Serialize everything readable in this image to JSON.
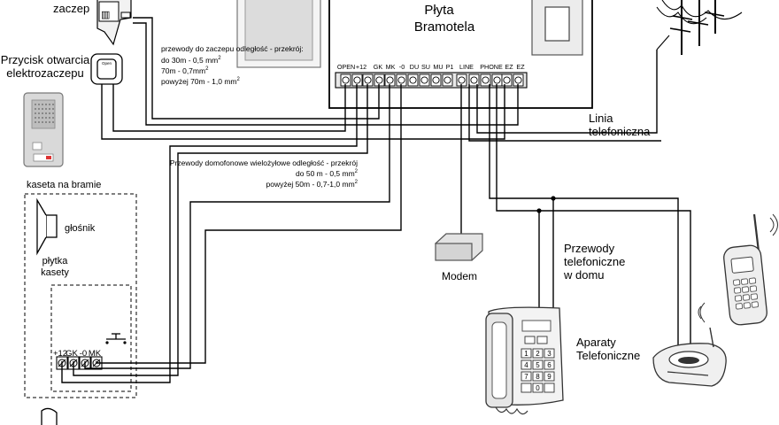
{
  "board": {
    "title_line1": "Płyta",
    "title_line2": "Bramotela",
    "terminals": [
      "OPEN",
      "+12",
      "GK",
      "MK",
      "-0",
      "DU",
      "SU",
      "MU",
      "P1",
      "LINE",
      "PHONE",
      "EZ",
      "EZ"
    ]
  },
  "lock": {
    "label": "zaczep",
    "note_title": "przewody do zaczepu odległość - przekrój:",
    "note_line1": "do 30m - 0,5 mm",
    "note_line2": "70m - 0,7mm",
    "note_line3": "powyżej 70m - 1,0 mm",
    "note_sup": "2"
  },
  "button": {
    "label_line1": "Przycisk otwarcia",
    "label_line2": "elektrozaczepu",
    "face": "Open"
  },
  "intercom_note": {
    "line1": "Przewody domofonowe wielożyłowe odległość - przekrój",
    "line2": "do 50 m - 0,5 mm",
    "line3": "powyżej 50m - 0,7-1,0 mm",
    "sup": "2"
  },
  "gate_panel": {
    "label": "kaseta na bramie",
    "speaker_label": "głośnik",
    "plate_line1": "płytka",
    "plate_line2": "kasety",
    "terminals": [
      "+12",
      "GK",
      "-0",
      "MK"
    ]
  },
  "phone_line": {
    "label_line1": "Linia",
    "label_line2": "telefoniczna"
  },
  "modem": {
    "label": "Modem"
  },
  "house_wires": {
    "line1": "Przewody",
    "line2": "telefoniczne",
    "line3": "w domu"
  },
  "phones": {
    "label_line1": "Aparaty",
    "label_line2": "Telefoniczne",
    "keys": [
      "1",
      "2",
      "3",
      "4",
      "5",
      "6",
      "7",
      "8",
      "9",
      "",
      "0",
      ""
    ]
  }
}
